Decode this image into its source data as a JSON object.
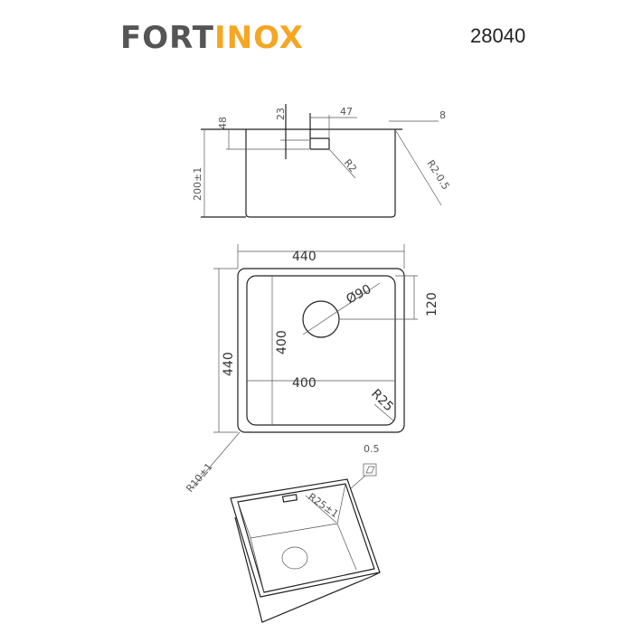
{
  "header": {
    "logo_part1": "FORT",
    "logo_part2": "INOX",
    "model_number": "28040"
  },
  "side_view": {
    "height_label": "200±1",
    "rim_label": "48",
    "overflow_label": "23",
    "overflow_width_label": "47",
    "flange_label": "8",
    "overflow_radius_label": "R2",
    "edge_radius_label": "R2-0.5"
  },
  "top_view": {
    "outer_width_label": "440",
    "outer_depth_label": "440",
    "inner_width_label": "400",
    "inner_depth_label": "400",
    "drain_label": "Ø90",
    "drain_offset_label": "120",
    "corner_radius_label": "R25",
    "outer_radius_label": "R10±1"
  },
  "iso_view": {
    "flatness_label": "0.5",
    "corner_radius_label": "R25±1"
  }
}
